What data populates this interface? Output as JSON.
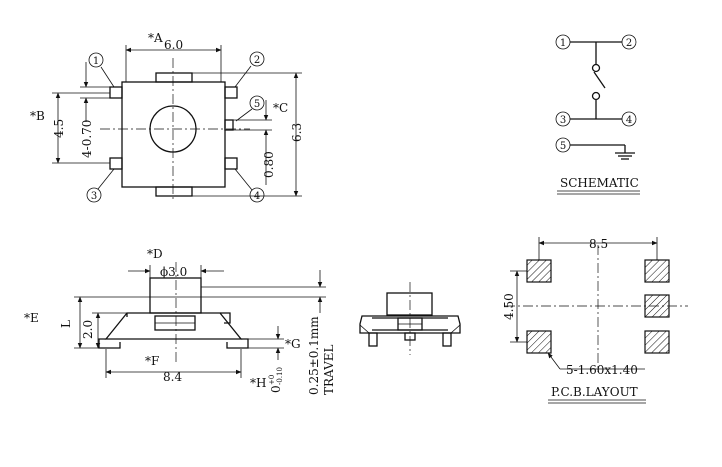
{
  "drawing": {
    "top_view": {
      "label_A": "*A",
      "width": "6.0",
      "label_B": "*B",
      "height_left": "4.5",
      "pin_pitch": "4-0.70",
      "label_C": "*C",
      "height_right": "6.3",
      "tab_width": "0.80",
      "pin_labels": [
        "1",
        "2",
        "3",
        "4",
        "5"
      ]
    },
    "schematic": {
      "pin_labels": [
        "1",
        "2",
        "3",
        "4",
        "5"
      ],
      "title": "SCHEMATIC"
    },
    "side_view": {
      "label_D": "*D",
      "button_dia": "ϕ3.0",
      "label_E": "*E",
      "label_L": "L",
      "height": "2.0",
      "label_F": "*F",
      "length": "8.4",
      "label_G": "*G",
      "label_H": "*H",
      "standoff": "0",
      "standoff_tol_upper": "+0",
      "standoff_tol_lower": "-0.10",
      "travel": "0.25±0.1mm",
      "travel_label": "TRAVEL"
    },
    "pcb_layout": {
      "width": "8.5",
      "height": "4.50",
      "pad_spec": "5-1.60x1.40",
      "title": "P.C.B.LAYOUT"
    }
  }
}
